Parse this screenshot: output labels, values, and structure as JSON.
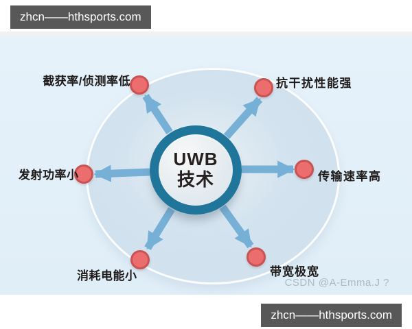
{
  "watermarks": {
    "top": "zhcn——hthsports.com",
    "bottom": "zhcn——hthsports.com",
    "csdn": "CSDN @A-Emma.J ?"
  },
  "diagram": {
    "center": {
      "line1": "UWB",
      "line2": "技术"
    },
    "nodes": [
      {
        "position": "top-left",
        "label": "截获率/侦测率低"
      },
      {
        "position": "top-right",
        "label": "抗干扰性能强"
      },
      {
        "position": "left",
        "label": "发射功率小"
      },
      {
        "position": "right",
        "label": "传输速率高"
      },
      {
        "position": "bottom-left",
        "label": "消耗电能小"
      },
      {
        "position": "bottom-right",
        "label": "带宽极宽"
      }
    ],
    "colors": {
      "background": "#e6f2fa",
      "halo": "#d3e3ef",
      "ring": "#20769a",
      "arrow": "#76b0d6",
      "node_dot_fill": "#ec6d6d",
      "node_dot_border": "#c95252",
      "label_text": "#1f1b1b",
      "watermark_bar": "#585858",
      "watermark_text": "#ffffff",
      "csdn_text": "#adb9c3"
    }
  }
}
